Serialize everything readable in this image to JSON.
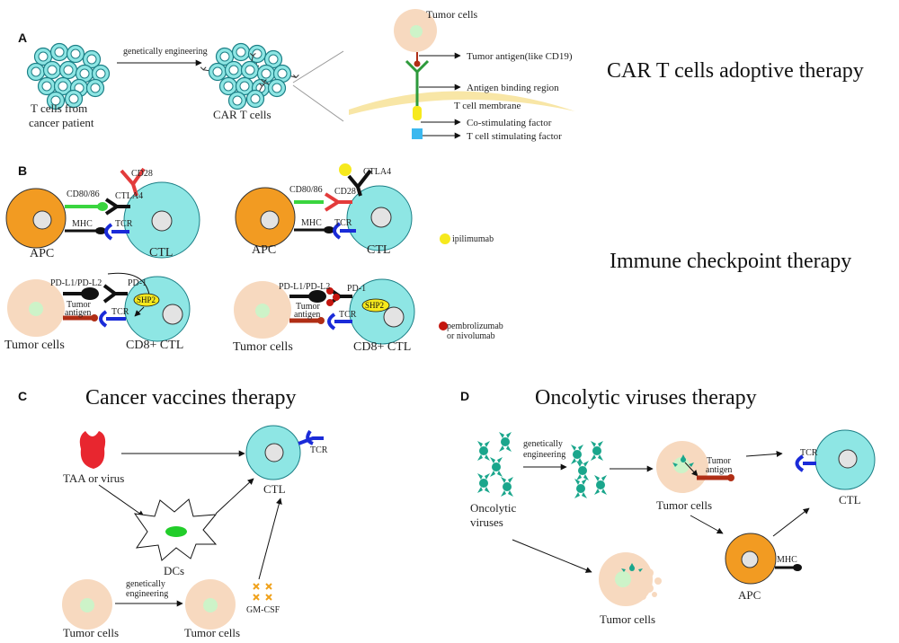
{
  "panels": {
    "a": {
      "letter": "A",
      "title": "CAR T cells adoptive therapy",
      "t_cells_label_1": "T cells from",
      "t_cells_label_2": "cancer patient",
      "process": "genetically engineering",
      "car_label": "CAR T cells",
      "tumor_cells": "Tumor cells",
      "callouts": [
        "Tumor antigen(like CD19)",
        "Antigen binding region",
        "T cell membrane",
        "Co-stimulating factor",
        "T cell stimulating factor"
      ]
    },
    "b": {
      "letter": "B",
      "title": "Immune checkpoint therapy",
      "cd28": "CD28",
      "cd80": "CD80/86",
      "ctla4": "CTLA4",
      "mhc": "MHC",
      "tcr": "TCR",
      "apc": "APC",
      "ctl": "CTL",
      "ipilimumab": "ipilimumab",
      "pdl": "PD-L1/PD-L2",
      "pd1": "PD-1",
      "shp2": "SHP2",
      "tumor_antigen_1": "Tumor",
      "tumor_antigen_2": "antigen",
      "tumor_cells": "Tumor cells",
      "cd8": "CD8+ CTL",
      "pembro_1": "pembrolizumab",
      "pembro_2": "or nivolumab"
    },
    "c": {
      "letter": "C",
      "title": "Cancer vaccines therapy",
      "taa": "TAA or virus",
      "tcr": "TCR",
      "ctl": "CTL",
      "dcs": "DCs",
      "ge_1": "genetically",
      "ge_2": "engineering",
      "tumor_cells": "Tumor cells",
      "gmcsf": "GM-CSF"
    },
    "d": {
      "letter": "D",
      "title": "Oncolytic viruses therapy",
      "ge_1": "genetically",
      "ge_2": "engineering",
      "viruses_1": "Oncolytic",
      "viruses_2": "viruses",
      "tumor_antigen_1": "Tumor",
      "tumor_antigen_2": "antigen",
      "tumor_cells": "Tumor cells",
      "tcr": "TCR",
      "ctl": "CTL",
      "mhc": "MHC",
      "apc": "APC"
    }
  },
  "colors": {
    "t_cell": "#8ee6e4",
    "t_cell_stroke": "#1b7f86",
    "tumor": "#f7d9bf",
    "nucleus_tumor": "#cdf3c8",
    "apc": "#f29b22",
    "nucleus": "#e3e3e3",
    "cd28": "#e33b3b",
    "cd80": "#3ad53f",
    "tcr": "#1a2bd8",
    "antigen": "#b02e15",
    "ipilimumab": "#f6e91d",
    "pembro": "#c4160f",
    "virus": "#1aa68c",
    "membrane": "#f8e6a6",
    "car_green": "#2d9a3b"
  }
}
